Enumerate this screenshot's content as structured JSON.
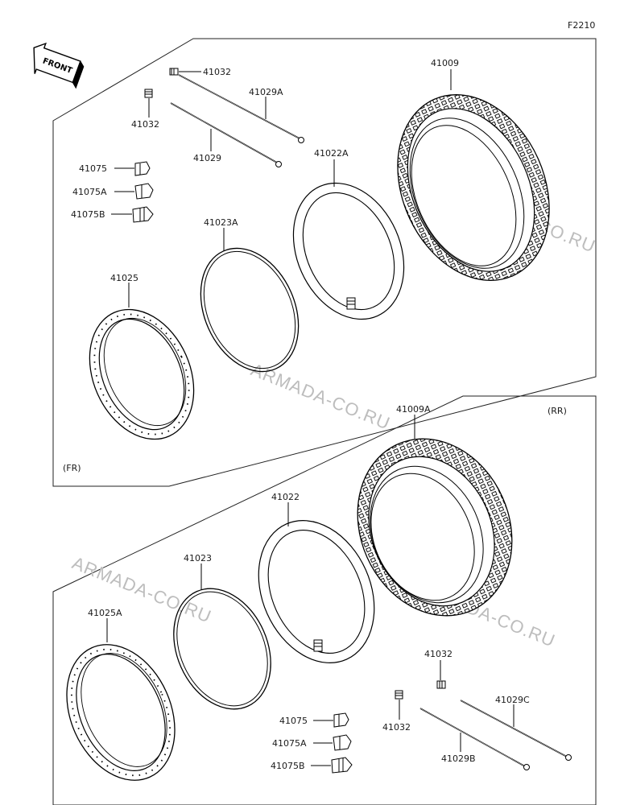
{
  "diagram_code": "F2210",
  "front_badge": "FRONT",
  "watermark": "ARMADA-CO.RU",
  "groups": {
    "front": {
      "label": "(FR)"
    },
    "rear": {
      "label": "(RR)"
    }
  },
  "parts": {
    "fr_spoke_nipple_a": "41032",
    "fr_spoke_nipple_b": "41032",
    "fr_spoke_a": "41029A",
    "fr_spoke": "41029",
    "fr_tire": "41009",
    "fr_tube": "41022A",
    "fr_rim_band": "41023A",
    "fr_rim": "41025",
    "fr_bead_a": "41075",
    "fr_bead_b": "41075A",
    "fr_bead_c": "41075B",
    "rr_tire": "41009A",
    "rr_tube": "41022",
    "rr_rim_band": "41023",
    "rr_rim": "41025A",
    "rr_bead_a": "41075",
    "rr_bead_b": "41075A",
    "rr_bead_c": "41075B",
    "rr_spoke_nipple_a": "41032",
    "rr_spoke_nipple_b": "41032",
    "rr_spoke_c": "41029C",
    "rr_spoke_b": "41029B"
  }
}
